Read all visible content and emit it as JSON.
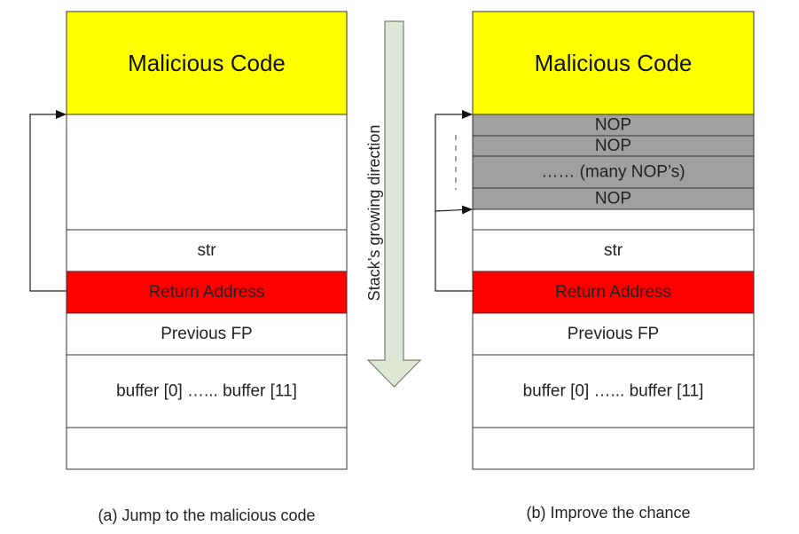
{
  "colors": {
    "malicious": "#ffff00",
    "return_address": "#ff0000",
    "nop": "#a0a0a0",
    "empty": "#ffffff",
    "stroke": "#333333",
    "growth_arrow_fill": "#dfe6d5",
    "growth_arrow_stroke": "#7a8070"
  },
  "stack_direction_label": "Stack’s growing direction",
  "diagram_a": {
    "caption": "(a) Jump to the malicious code",
    "cells": [
      {
        "kind": "malicious",
        "label": "Malicious Code"
      },
      {
        "kind": "empty",
        "label": ""
      },
      {
        "kind": "empty",
        "label": "str"
      },
      {
        "kind": "return_address",
        "label": "Return Address"
      },
      {
        "kind": "empty",
        "label": "Previous FP"
      },
      {
        "kind": "empty",
        "label": "buffer [0] …... buffer [11]"
      },
      {
        "kind": "empty",
        "label": ""
      }
    ]
  },
  "diagram_b": {
    "caption": "(b) Improve the chance",
    "cells": [
      {
        "kind": "malicious",
        "label": "Malicious Code"
      },
      {
        "kind": "nop",
        "label": "NOP"
      },
      {
        "kind": "nop",
        "label": "NOP"
      },
      {
        "kind": "nop",
        "label": "…… (many NOP’s)"
      },
      {
        "kind": "nop",
        "label": "NOP"
      },
      {
        "kind": "empty",
        "label": ""
      },
      {
        "kind": "empty",
        "label": "str"
      },
      {
        "kind": "return_address",
        "label": "Return Address"
      },
      {
        "kind": "empty",
        "label": "Previous FP"
      },
      {
        "kind": "empty",
        "label": "buffer [0] …... buffer [11]"
      },
      {
        "kind": "empty",
        "label": ""
      }
    ]
  }
}
